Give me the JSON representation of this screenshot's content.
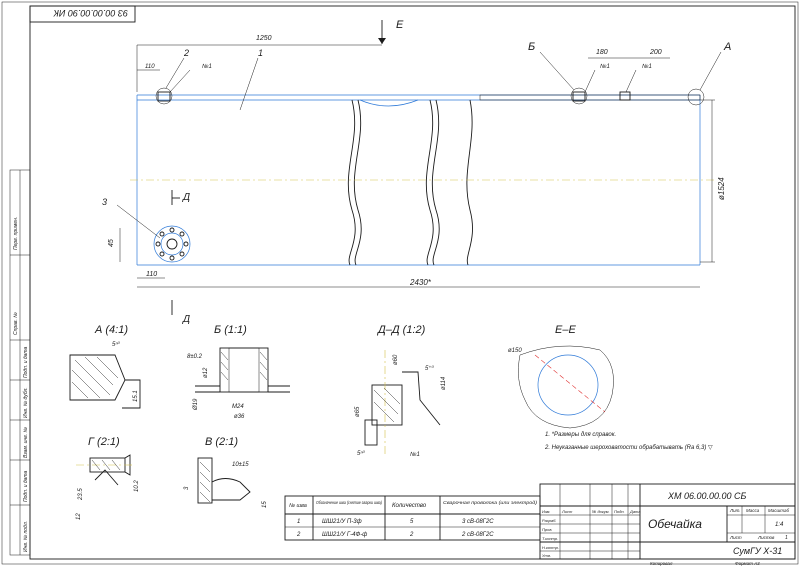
{
  "drawing": {
    "doc_number_rotated": "93 00.00.00.90 ИК",
    "main_view": {
      "section_mark": "Е",
      "dim_overall_length": "2430*",
      "dim_section_position": "1250",
      "dim_left_nozzle": "110",
      "dim_right_spacing_1": "180",
      "dim_right_spacing_2": "200",
      "dim_diameter": "ø1524",
      "dim_bottom_nozzle_x": "110",
      "dim_bottom_nozzle_h": "45",
      "callout_1": "1",
      "callout_2": "2",
      "callout_3": "3",
      "callout_b": "Б",
      "callout_a": "А",
      "cut_mark_top": "Д",
      "cut_mark_bottom": "Д",
      "weld_label_1": "№1",
      "weld_label_2": "№1",
      "weld_label_3": "№1"
    },
    "details": [
      {
        "title": "А (4:1)",
        "dims": [
          "5ⁿ⁰",
          "15.1"
        ]
      },
      {
        "title": "Б (1:1)",
        "dims": [
          "8±0.2",
          "М24",
          "ø36",
          "ø12",
          "Ø19"
        ]
      },
      {
        "title": "Д–Д (1:2)",
        "dims": [
          "ø65",
          "ø114",
          "ø60",
          "5⁺⁰",
          "5ⁿ⁰",
          "№1"
        ]
      },
      {
        "title": "Е–Е",
        "dims": [
          "ø150"
        ]
      },
      {
        "title": "Г (2:1)",
        "dims": [
          "23.5",
          "10.2",
          "12"
        ]
      },
      {
        "title": "В (2:1)",
        "dims": [
          "10±15",
          "15",
          "3"
        ]
      }
    ],
    "notes": [
      "1. *Размеры для справок.",
      "2. Неуказанные шероховатости обрабатывать (Ra 6,3) ▽"
    ],
    "weld_table": {
      "headers": [
        "№ шва",
        "Обозначение шва (снятие сварки шва)",
        "Количество",
        "Сварочная проволока (или электрод)"
      ],
      "rows": [
        [
          "1",
          "ШШ21/У  П-3ф",
          "5",
          "3 сВ-08Г2С"
        ],
        [
          "2",
          "ШШ21/У  Г-4Ф-ф",
          "2",
          "2 сВ-08Г2С"
        ]
      ]
    },
    "title_block": {
      "doc_code": "ХМ 06.00.00.00 СБ",
      "name": "Обечайка",
      "org": "СумГУ  Х-31",
      "litera": "Лит.",
      "mass": "Масса",
      "scale_label": "Масштаб",
      "scale": "1:4",
      "sheet_label": "Лист",
      "sheets_label": "Листов",
      "sheets": "1",
      "row_labels": [
        "Изм.",
        "Лист",
        "№ докум.",
        "Подп.",
        "Дата"
      ],
      "roles": [
        "Разраб.",
        "Пров.",
        "Т.контр.",
        "Н.контр.",
        "Утв."
      ]
    },
    "footer": {
      "copied": "Копировал",
      "format": "Формат  А3"
    },
    "left_strip": [
      "Перв. примен.",
      "Справ. №",
      "Подп. и дата",
      "Инв. № дубл.",
      "Взам. инв. №",
      "Подп. и дата",
      "Инв. № подл."
    ]
  }
}
